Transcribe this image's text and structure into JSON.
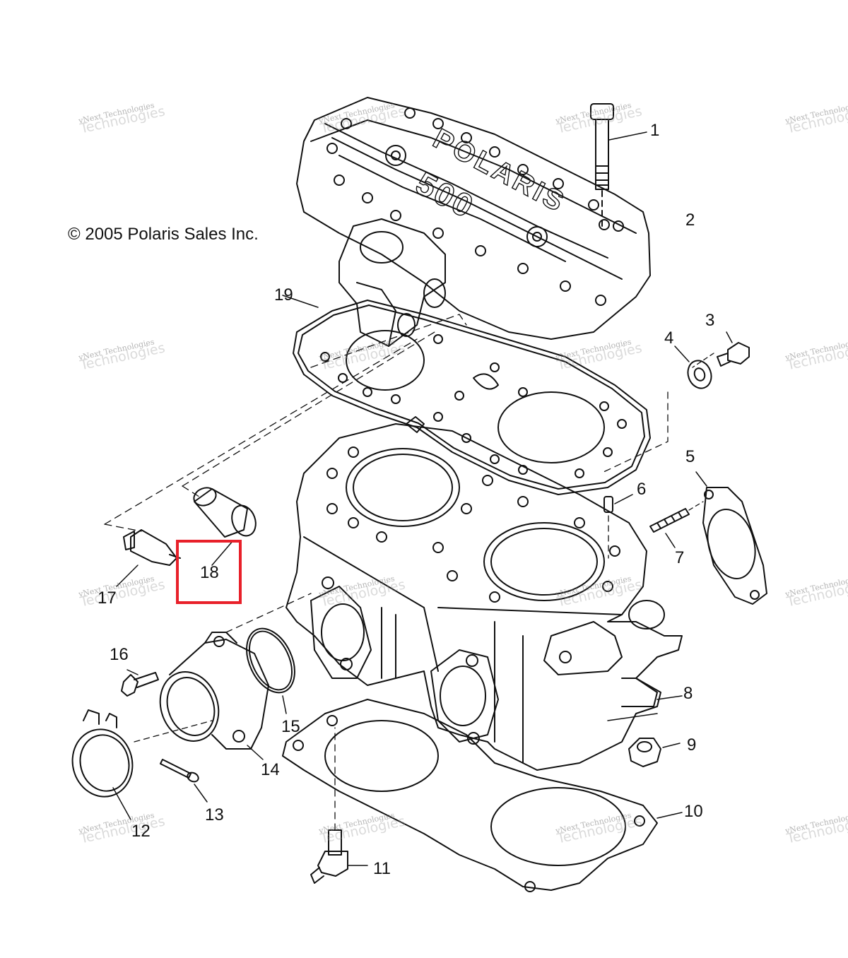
{
  "copyright": "© 2005 Polaris Sales Inc.",
  "watermark": {
    "line1": "vNext Technologies",
    "line2": "Technologies"
  },
  "callouts": [
    "1",
    "2",
    "3",
    "4",
    "5",
    "6",
    "7",
    "8",
    "9",
    "10",
    "11",
    "12",
    "13",
    "14",
    "15",
    "16",
    "17",
    "18",
    "19"
  ],
  "highlight": {
    "part": "18",
    "color": "#e8202a"
  },
  "embossed_text": {
    "brand": "POLARIS",
    "model": "500"
  }
}
